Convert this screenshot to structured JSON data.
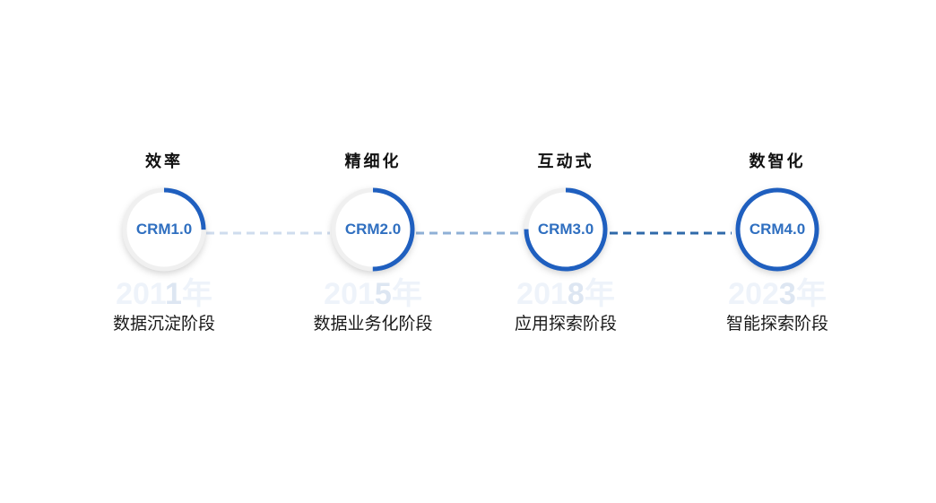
{
  "timeline": {
    "stages": [
      {
        "heading": "效率",
        "crm": "CRM1.0",
        "year_main": "201",
        "year_digit": "1",
        "year_suffix": "年",
        "name": "数据沉淀阶段",
        "progress": 0.25
      },
      {
        "heading": "精细化",
        "crm": "CRM2.0",
        "year_main": "201",
        "year_digit": "5",
        "year_suffix": "年",
        "name": "数据业务化阶段",
        "progress": 0.5
      },
      {
        "heading": "互动式",
        "crm": "CRM3.0",
        "year_main": "201",
        "year_digit": "8",
        "year_suffix": "年",
        "name": "应用探索阶段",
        "progress": 0.75
      },
      {
        "heading": "数智化",
        "crm": "CRM4.0",
        "year_main": "202",
        "year_digit": "3",
        "year_suffix": "年",
        "name": "智能探索阶段",
        "progress": 1.0
      }
    ],
    "colors": {
      "accent": "#1f5fbf",
      "ring_track": "#f0f0f0",
      "label": "#2f6fc0"
    }
  }
}
